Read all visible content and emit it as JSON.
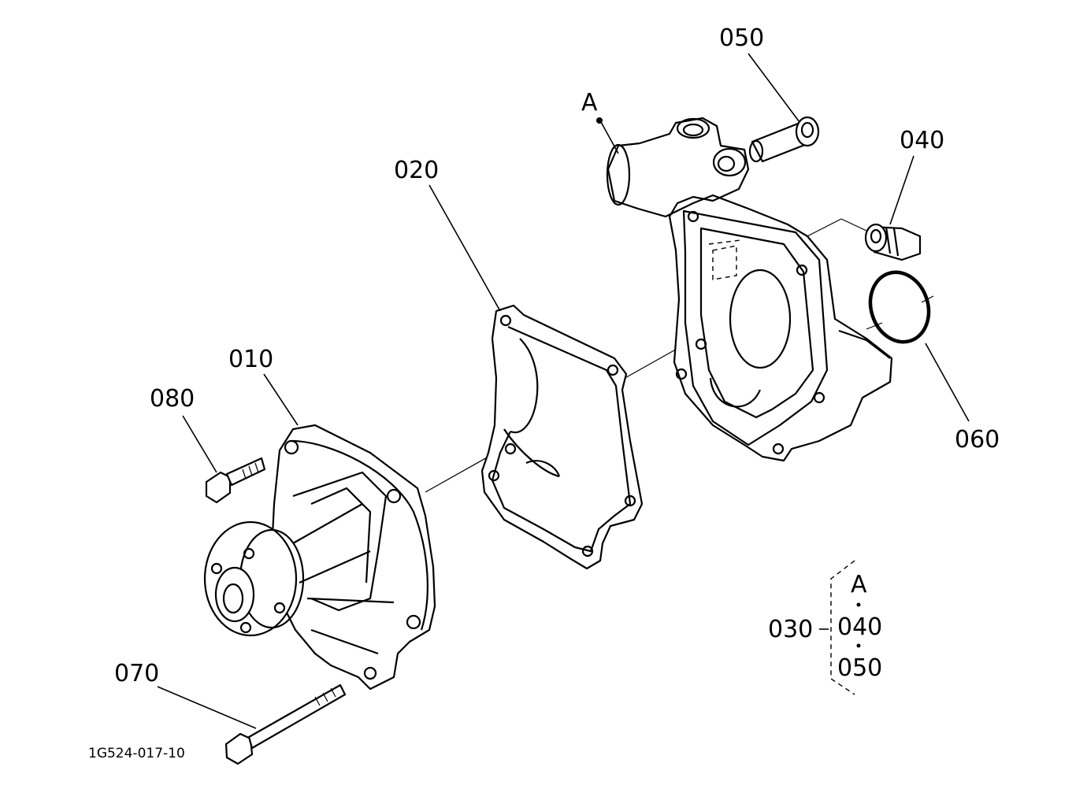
{
  "diagram": {
    "drawing_number": "1G524-017-10",
    "callouts": {
      "p010": "010",
      "p020": "020",
      "p040": "040",
      "p050": "050",
      "p060": "060",
      "p070": "070",
      "p080": "080",
      "pointA": "A"
    },
    "assembly_group": {
      "label": "030",
      "items": [
        "A",
        "040",
        "050"
      ]
    }
  }
}
